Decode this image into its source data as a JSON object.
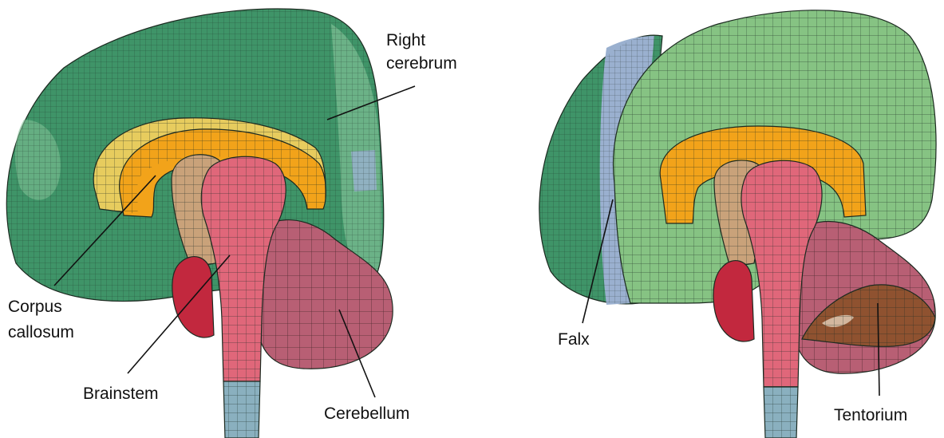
{
  "labels": {
    "right_cerebrum": [
      "Right",
      "cerebrum"
    ],
    "corpus_callosum": [
      "Corpus",
      "callosum"
    ],
    "brainstem": "Brainstem",
    "cerebellum": "Cerebellum",
    "falx": "Falx",
    "tentorium": "Tentorium"
  },
  "colors": {
    "cerebrum": "#3f9468",
    "cerebrum_light": "#8fcaa0",
    "cerebrum_blue": "#9ab0cf",
    "falx": "#86c383",
    "corpus_callosum": "#f2a31a",
    "corpus_callosum_light": "#e7cc5e",
    "thalamus": "#c9a27a",
    "brainstem": "#e0677a",
    "brainstem_dark": "#c2283e",
    "cerebellum": "#b85f74",
    "spinal_cord": "#8ab0bf",
    "tentorium": "#8f5230",
    "mesh_line": "#1a2a22"
  }
}
